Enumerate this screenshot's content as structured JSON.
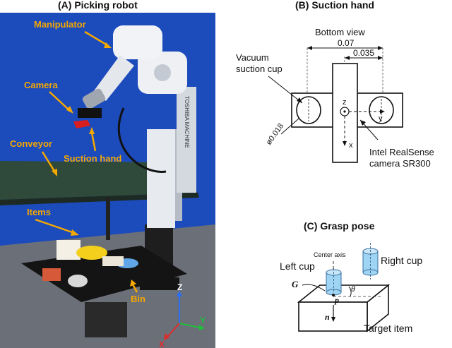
{
  "panel_a": {
    "title": "(A) Picking robot",
    "labels": {
      "manipulator": "Manipulator",
      "camera": "Camera",
      "conveyor": "Conveyor",
      "suction_hand": "Suction hand",
      "items": "Items",
      "bin": "Bin",
      "axis_z": "Z",
      "axis_x": "X",
      "axis_y": "Y",
      "arm_brand": "TOSHIBA MACHINE"
    },
    "colors": {
      "label": "#f5a800",
      "wall": "#1f4fc2",
      "conveyor": "#2f4a3a"
    }
  },
  "panel_b": {
    "title": "(B) Suction hand",
    "bottom_view": "Bottom view",
    "dim_outer": "0.07",
    "dim_inner": "0.035",
    "cup_label_1": "Vacuum",
    "cup_label_2": "suction cup",
    "diameter": "ø0.018",
    "axis_z": "z",
    "axis_y": "y",
    "axis_x": "x",
    "camera_label_1": "Intel RealSense",
    "camera_label_2": "camera SR300"
  },
  "panel_c": {
    "title": "(C) Grasp pose",
    "center_axis": "Center axis",
    "left_cup": "Left cup",
    "right_cup": "Right cup",
    "g_symbol": "G",
    "p_symbol": "p",
    "n_symbol": "n",
    "theta_symbol": "θ",
    "target_item": "Target item",
    "colors": {
      "cup": "#9fd4f2"
    }
  }
}
